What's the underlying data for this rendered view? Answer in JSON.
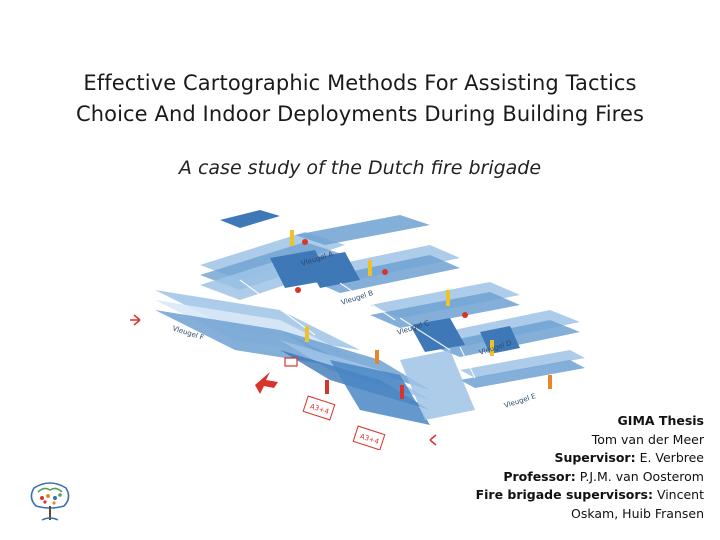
{
  "slide": {
    "title_line1": "Effective Cartographic Methods For Assisting Tactics",
    "title_line2": "Choice And Indoor Deployments During Building Fires",
    "subtitle": "A case study of the Dutch fire brigade"
  },
  "illustration": {
    "labels": {
      "a": "Vleugel A",
      "b": "Vleugel B",
      "c": "Vleugel C",
      "d": "Vleugel D",
      "e": "Vleugel E",
      "f": "Vleugel F",
      "as1": "A3+4",
      "as2": "A3+4"
    },
    "colors": {
      "floor_light": "#9ec3e6",
      "floor_mid": "#6fa1d2",
      "floor_dark": "#3f78b6",
      "highlight": "#d9e8f6",
      "accent_red": "#d9342b",
      "accent_orange": "#e8862b",
      "accent_yellow": "#f0c22a"
    }
  },
  "credits": {
    "line1": "GIMA Thesis",
    "line2": "Tom van der Meer",
    "supervisor_label": "Supervisor:",
    "supervisor_value": "E. Verbree",
    "professor_label": "Professor:",
    "professor_value": "P.J.M. van Oosterom",
    "fb_label": "Fire brigade supervisors:",
    "fb_value1": "Vincent",
    "fb_value2": "Oskam, Huib Fransen"
  },
  "logo": {
    "icon": "tree-logo-icon"
  }
}
